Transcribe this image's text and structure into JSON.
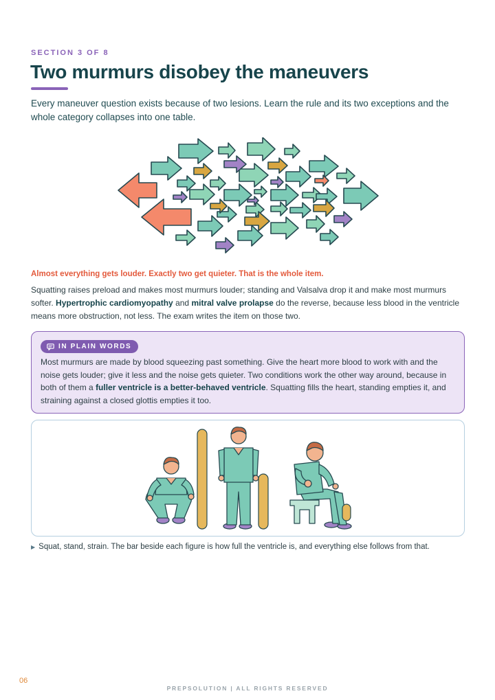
{
  "header": {
    "section_label": "SECTION 3 OF 8",
    "title": "Two murmurs disobey the maneuvers",
    "intro": "Every maneuver question exists because of two lesions. Learn the rule and its two exceptions and the whole category collapses into one table."
  },
  "illustration": {
    "icon": "arrows-flow-icon",
    "colors": {
      "orange": "#f4896b",
      "teal": "#7ccab6",
      "mint": "#8fd5b6",
      "purple": "#a283c6",
      "gold": "#d8a641",
      "outline": "#264950"
    }
  },
  "body": {
    "lead": "Almost everything gets louder. Exactly two get quieter. That is the whole item.",
    "p1_part1": "Squatting raises preload and makes most murmurs louder; standing and Valsalva drop it and make most murmurs softer. ",
    "p1_bold1": "Hypertrophic cardiomyopathy",
    "p1_part2": " and ",
    "p1_bold2": "mitral valve prolapse",
    "p1_part3": " do the reverse, because less blood in the ventricle means more obstruction, not less. The exam writes the item on those two."
  },
  "callout": {
    "icon": "speech-bubble-icon",
    "label": "IN PLAIN WORDS",
    "text_part1": "Most murmurs are made by blood squeezing past something. Give the heart more blood to work with and the noise gets louder; give it less and the noise gets quieter. Two conditions work the other way around, because in both of them a ",
    "text_bold": "fuller ventricle is a better-behaved ventricle",
    "text_part2": ". Squatting fills the heart, standing empties it, and straining against a closed glottis empties it too."
  },
  "figure": {
    "bar_color": "#e6b85c",
    "figures": [
      {
        "pose": "squat",
        "fill": 0.95
      },
      {
        "pose": "stand",
        "fill": 0.55
      },
      {
        "pose": "strain",
        "fill": 0.2
      }
    ]
  },
  "caption": "Squat, stand, strain. The bar beside each figure is how full the ventricle is, and everything else follows from that.",
  "footer": {
    "page_number": "06",
    "text": "PREPSOLUTION | ALL RIGHTS RESERVED"
  }
}
